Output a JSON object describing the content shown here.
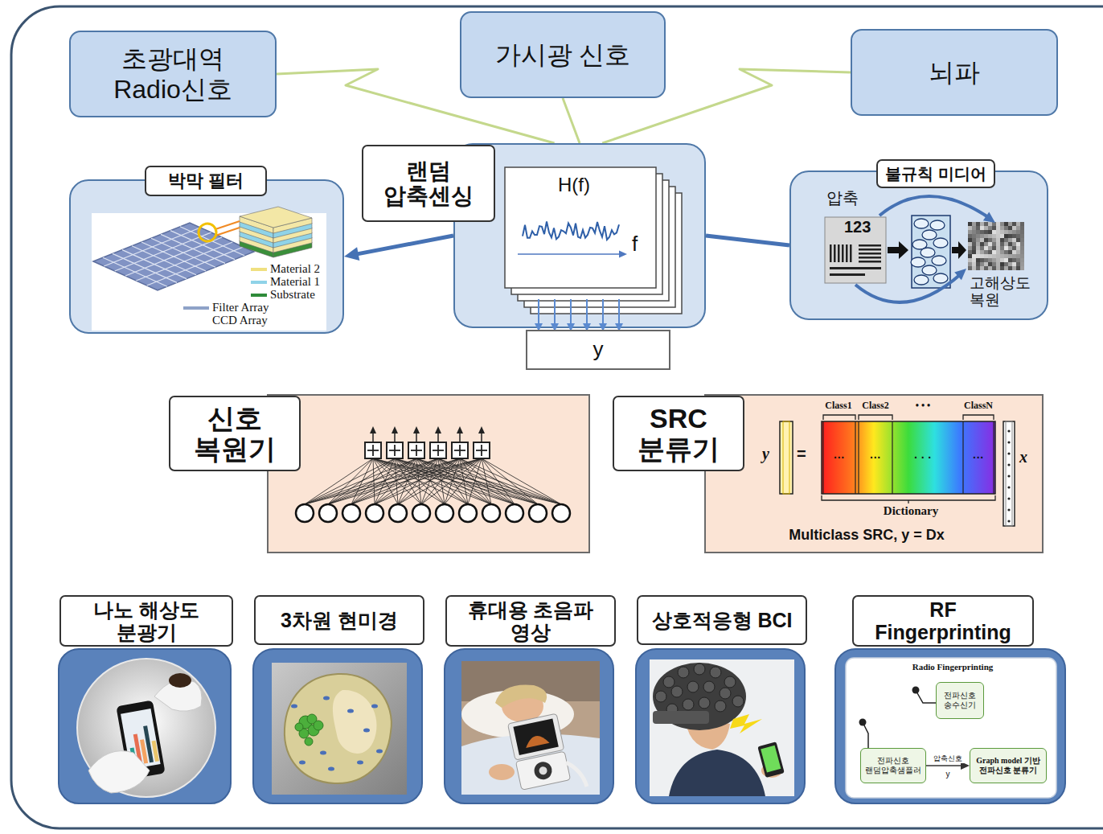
{
  "diagram": {
    "nodes": [
      {
        "text": [
          "초광대역 Radio신호"
        ]
      },
      {
        "text": [
          "가시광 신호"
        ]
      },
      {
        "text": [
          "뇌파"
        ]
      },
      {
        "text": [
          "박막 필터"
        ]
      },
      {
        "text": [
          "랜덤 압축센싱"
        ]
      },
      {
        "text": [
          "y"
        ]
      },
      {
        "text": [
          "불규칙 미디어"
        ]
      },
      {
        "text": [
          "신호 복원기"
        ]
      },
      {
        "text": [
          "SRC 분류기"
        ]
      },
      {
        "text": [
          "나노 해상도 분광기"
        ]
      },
      {
        "text": [
          "3차원 현미경"
        ]
      },
      {
        "text": [
          "휴대용 초음파 영상"
        ]
      },
      {
        "text": [
          "상호적응형 BCI"
        ]
      },
      {
        "text": [
          "RF Fingerprinting"
        ]
      },
      {
        "text": [
          "전파신호 송수신기"
        ],
        "in": 13
      },
      {
        "text": [
          "전파신호 랜덤압축샘플러"
        ],
        "in": 13
      },
      {
        "text": [
          "Graph model 기반 전파신호 분류기"
        ],
        "in": 13
      }
    ],
    "edges": [
      {
        "from": 0,
        "to": 4,
        "arrow": "none"
      },
      {
        "from": 1,
        "to": 4,
        "arrow": "none"
      },
      {
        "from": 2,
        "to": 4,
        "arrow": "none"
      },
      {
        "from": 4,
        "to": 3,
        "arrow": "to"
      },
      {
        "from": 4,
        "to": 6,
        "arrow": "none"
      },
      {
        "from": 15,
        "to": 16,
        "label": "압축신호",
        "arrow": "to"
      }
    ],
    "labels": [
      "Material 2",
      "Material 1",
      "Substrate",
      "Filter Array",
      "CCD Array",
      "H(f)",
      "f",
      "압축",
      "123",
      "고해상도 복원",
      "Class1",
      "Class2",
      "• • •",
      "ClassN",
      "y",
      "=",
      "···",
      "···",
      "· · ·",
      "···",
      "x",
      "Dictionary",
      "Multiclass SRC, y = Dx",
      "Radio Fingerprinting",
      "y"
    ]
  }
}
